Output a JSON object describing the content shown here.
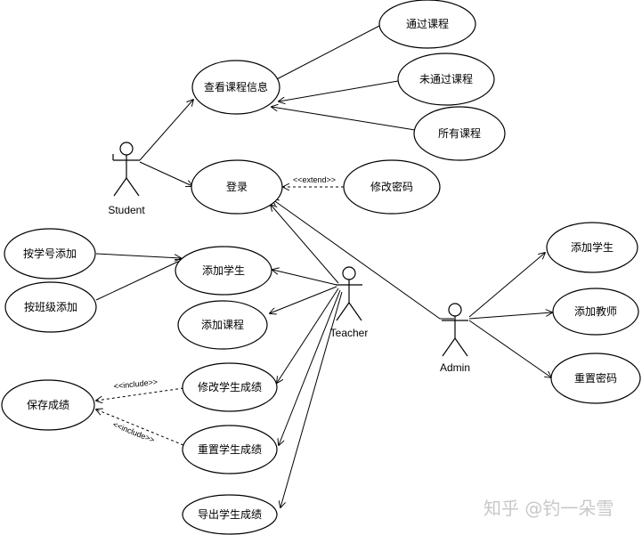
{
  "actors": {
    "student": "Student",
    "teacher": "Teacher",
    "admin": "Admin"
  },
  "use_cases": {
    "view_course_info": "查看课程信息",
    "passed_courses": "通过课程",
    "failed_courses": "未通过课程",
    "all_courses": "所有课程",
    "login": "登录",
    "change_password": "修改密码",
    "add_by_student_id": "按学号添加",
    "add_by_class": "按班级添加",
    "teacher_add_student": "添加学生",
    "add_course": "添加课程",
    "save_grades": "保存成绩",
    "modify_grades": "修改学生成绩",
    "reset_grades": "重置学生成绩",
    "export_grades": "导出学生成绩",
    "admin_add_student": "添加学生",
    "admin_add_teacher": "添加教师",
    "reset_password": "重置密码"
  },
  "stereotypes": {
    "extend": "<<extend>>",
    "include_modify": "<<include>>",
    "include_reset": "<<include>>"
  },
  "watermark": "知乎 @钓一朵雪"
}
